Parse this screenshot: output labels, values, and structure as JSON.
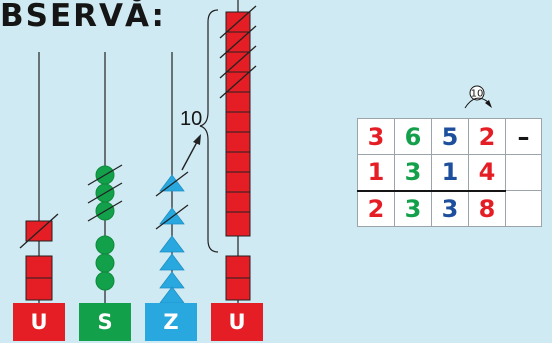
{
  "title": "BSERVĂ:",
  "bracket_label": "10",
  "columns": [
    {
      "label": "U",
      "color": "#e51e25"
    },
    {
      "label": "S",
      "color": "#13a04a"
    },
    {
      "label": "Z",
      "color": "#29a8e0"
    },
    {
      "label": "U",
      "color": "#e51e25"
    }
  ],
  "operation": {
    "rows": [
      {
        "digits": [
          {
            "value": "3",
            "color": "#e51e25"
          },
          {
            "value": "6",
            "color": "#13a04a"
          },
          {
            "value": "5",
            "color": "#1d4f9c"
          },
          {
            "value": "2",
            "color": "#e51e25"
          }
        ],
        "operator": "–"
      },
      {
        "digits": [
          {
            "value": "1",
            "color": "#e51e25"
          },
          {
            "value": "3",
            "color": "#13a04a"
          },
          {
            "value": "1",
            "color": "#1d4f9c"
          },
          {
            "value": "4",
            "color": "#e51e25"
          }
        ],
        "operator": ""
      },
      {
        "digits": [
          {
            "value": "2",
            "color": "#e51e25"
          },
          {
            "value": "3",
            "color": "#13a04a"
          },
          {
            "value": "3",
            "color": "#1d4f9c"
          },
          {
            "value": "8",
            "color": "#e51e25"
          }
        ],
        "operator": ""
      }
    ],
    "carry": "10"
  }
}
